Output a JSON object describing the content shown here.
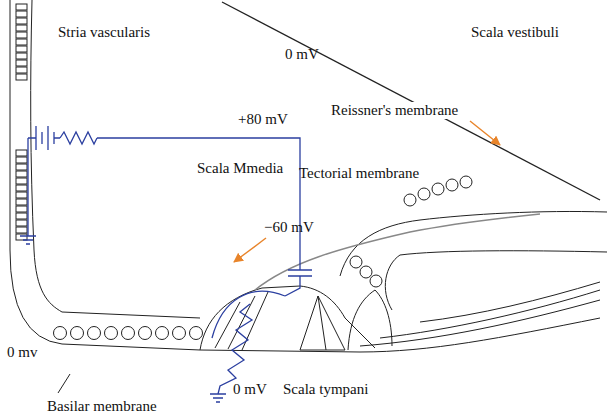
{
  "diagram": {
    "labels": [
      "Stria vascularis",
      "0 mV",
      "Scala vestibuli",
      "+80 mV",
      "Reissner's membrane",
      "Scala Mmedia",
      "Tectorial membrane",
      "−60 mV",
      "0 mv",
      "0 mV",
      "Scala tympani",
      "Basilar membrane"
    ]
  }
}
